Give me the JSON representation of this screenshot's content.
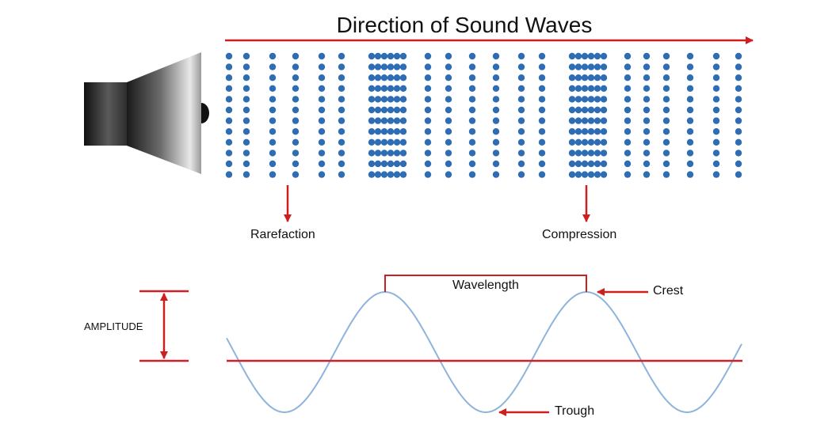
{
  "title": "Direction of Sound Waves",
  "labels": {
    "rarefaction": "Rarefaction",
    "compression": "Compression",
    "wavelength": "Wavelength",
    "crest": "Crest",
    "trough": "Trough",
    "amplitude": "AMPLITUDE"
  },
  "colors": {
    "arrow": "#cc1f1f",
    "particle": "#2e6db4",
    "wave": "#8eb4dc",
    "axis": "#d0202a"
  }
}
